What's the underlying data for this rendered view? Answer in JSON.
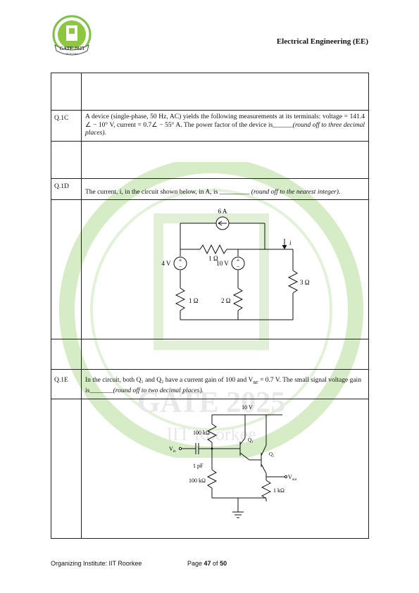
{
  "header": {
    "logo_text": "GATE 2025",
    "logo_sub": "IIT Roorkee",
    "title": "Electrical Engineering (EE)"
  },
  "watermark": {
    "text": "GATE 2025",
    "sub": "IIT Roorkee"
  },
  "questions": [
    {
      "id": "Q.1C",
      "text": "A device (single-phase, 50 Hz, AC) yields the following measurements at its terminals: voltage = 141.4 ∠ − 10° V, current = 0.7∠ − 55° A. The power factor of the device is",
      "blank": "______",
      "hint": "(round off to three decimal places)."
    },
    {
      "id": "Q.1D",
      "text": "The current, i, in the circuit shown below, in A, is",
      "blank": "_________",
      "hint": "(round off to the nearest integer)."
    },
    {
      "id": "Q.1E",
      "text": "In the circuit, both Q₁ and Q₂ have a current gain of 100 and V",
      "sub": "BE",
      "text2": " = 0.7 V. The small signal voltage gain is",
      "blank": "_______",
      "hint": "(round off to two decimal places)."
    }
  ],
  "circuit1": {
    "current_source": "6 A",
    "r_top": "1 Ω",
    "v_left": "4 V",
    "v_mid": "10 V",
    "current_label": "i",
    "r_right": "3 Ω",
    "r_bl": "1 Ω",
    "r_bm": "2 Ω"
  },
  "circuit2": {
    "supply": "10 V",
    "r1": "100 kΩ",
    "r2": "100 kΩ",
    "cap": "1 pF",
    "vin": "V",
    "vin_sub": "in",
    "q1": "Q₁",
    "q2": "Q₂",
    "vout": "V",
    "vout_sub": "out",
    "re": "1 kΩ"
  },
  "footer": {
    "org": "Organizing Institute: IIT Roorkee",
    "page_prefix": "Page ",
    "page_num": "47",
    "page_of": " of ",
    "page_total": "50"
  }
}
